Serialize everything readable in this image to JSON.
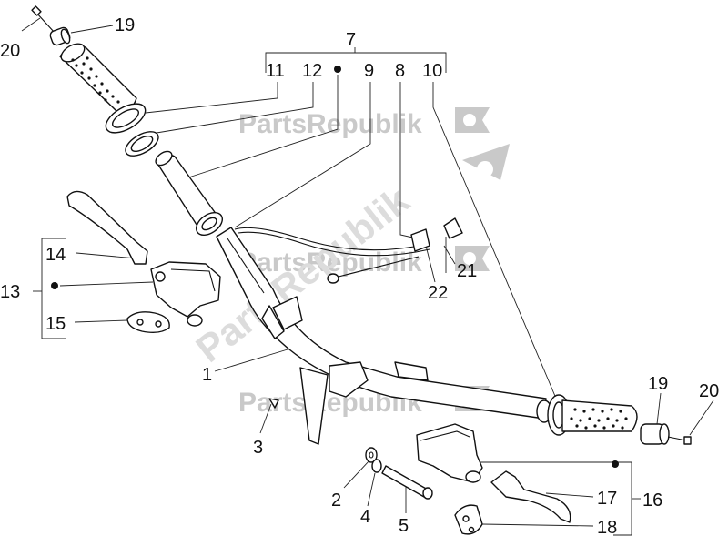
{
  "labels": {
    "l1": "1",
    "l2": "2",
    "l3": "3",
    "l4": "4",
    "l5": "5",
    "l7": "7",
    "l8": "8",
    "l9": "9",
    "l10": "10",
    "l11": "11",
    "l12": "12",
    "l13": "13",
    "l14": "14",
    "l15": "15",
    "l16": "16",
    "l17": "17",
    "l18": "18",
    "l19a": "19",
    "l19b": "19",
    "l20a": "20",
    "l20b": "20",
    "l21": "21",
    "l22": "22"
  },
  "watermark": {
    "text": "PartsRepublik"
  }
}
